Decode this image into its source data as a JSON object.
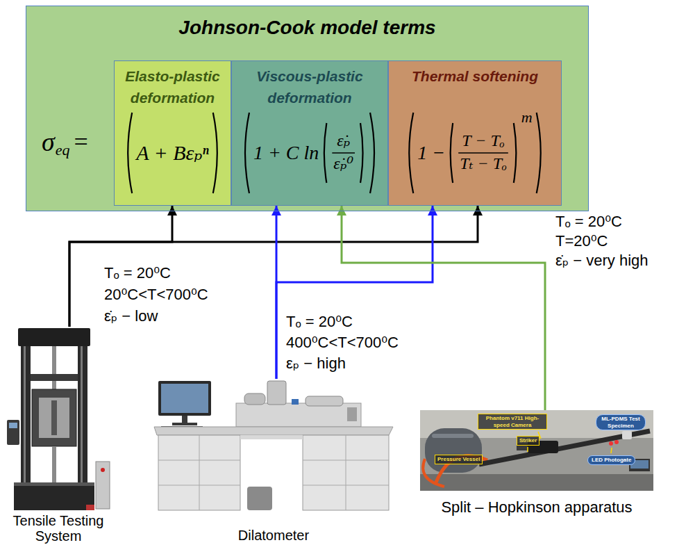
{
  "diagram": {
    "nodes": [
      {
        "text": [
          "Johnson-Cook model terms"
        ]
      },
      {
        "text": [
          "Elasto-plastic deformation",
          "A + Bεₚⁿ"
        ],
        "in": 0
      },
      {
        "text": [
          "Viscous-plastic deformation",
          "1 + C ln",
          "ε̇ₚ",
          "ε̇ₚ⁰"
        ],
        "in": 0
      },
      {
        "text": [
          "Thermal softening",
          "1 −",
          "T − Tₒ",
          "Tₜ − Tₒ",
          "m"
        ],
        "in": 0
      },
      {
        "text": [
          "Tensile Testing System"
        ]
      },
      {
        "text": [
          "Dilatometer"
        ]
      },
      {
        "text": [
          "Split – Hopkinson apparatus"
        ]
      }
    ],
    "edges": [
      {
        "from": 4,
        "to": 1,
        "arrow": "to"
      },
      {
        "from": 4,
        "to": 3,
        "arrow": "to"
      },
      {
        "from": 5,
        "to": 2,
        "arrow": "to"
      },
      {
        "from": 5,
        "to": 3,
        "arrow": "to"
      },
      {
        "from": 6,
        "to": 2,
        "arrow": "to"
      }
    ],
    "labels": [
      "σ",
      "eq",
      "=",
      "Tₒ = 20⁰C",
      "20⁰C<T<700⁰C",
      "ε̇ₚ − low",
      "Tₒ = 20⁰C",
      "400⁰C<T<700⁰C",
      "εₚ − high",
      "Tₒ = 20⁰C",
      "T=20⁰C",
      "ε̇ₚ − very high",
      "Phantom v711 High-speed Camera",
      "ML-PDMS Test Specimen",
      "Pressure Vessel",
      "Striker",
      "LED Photogate"
    ]
  }
}
